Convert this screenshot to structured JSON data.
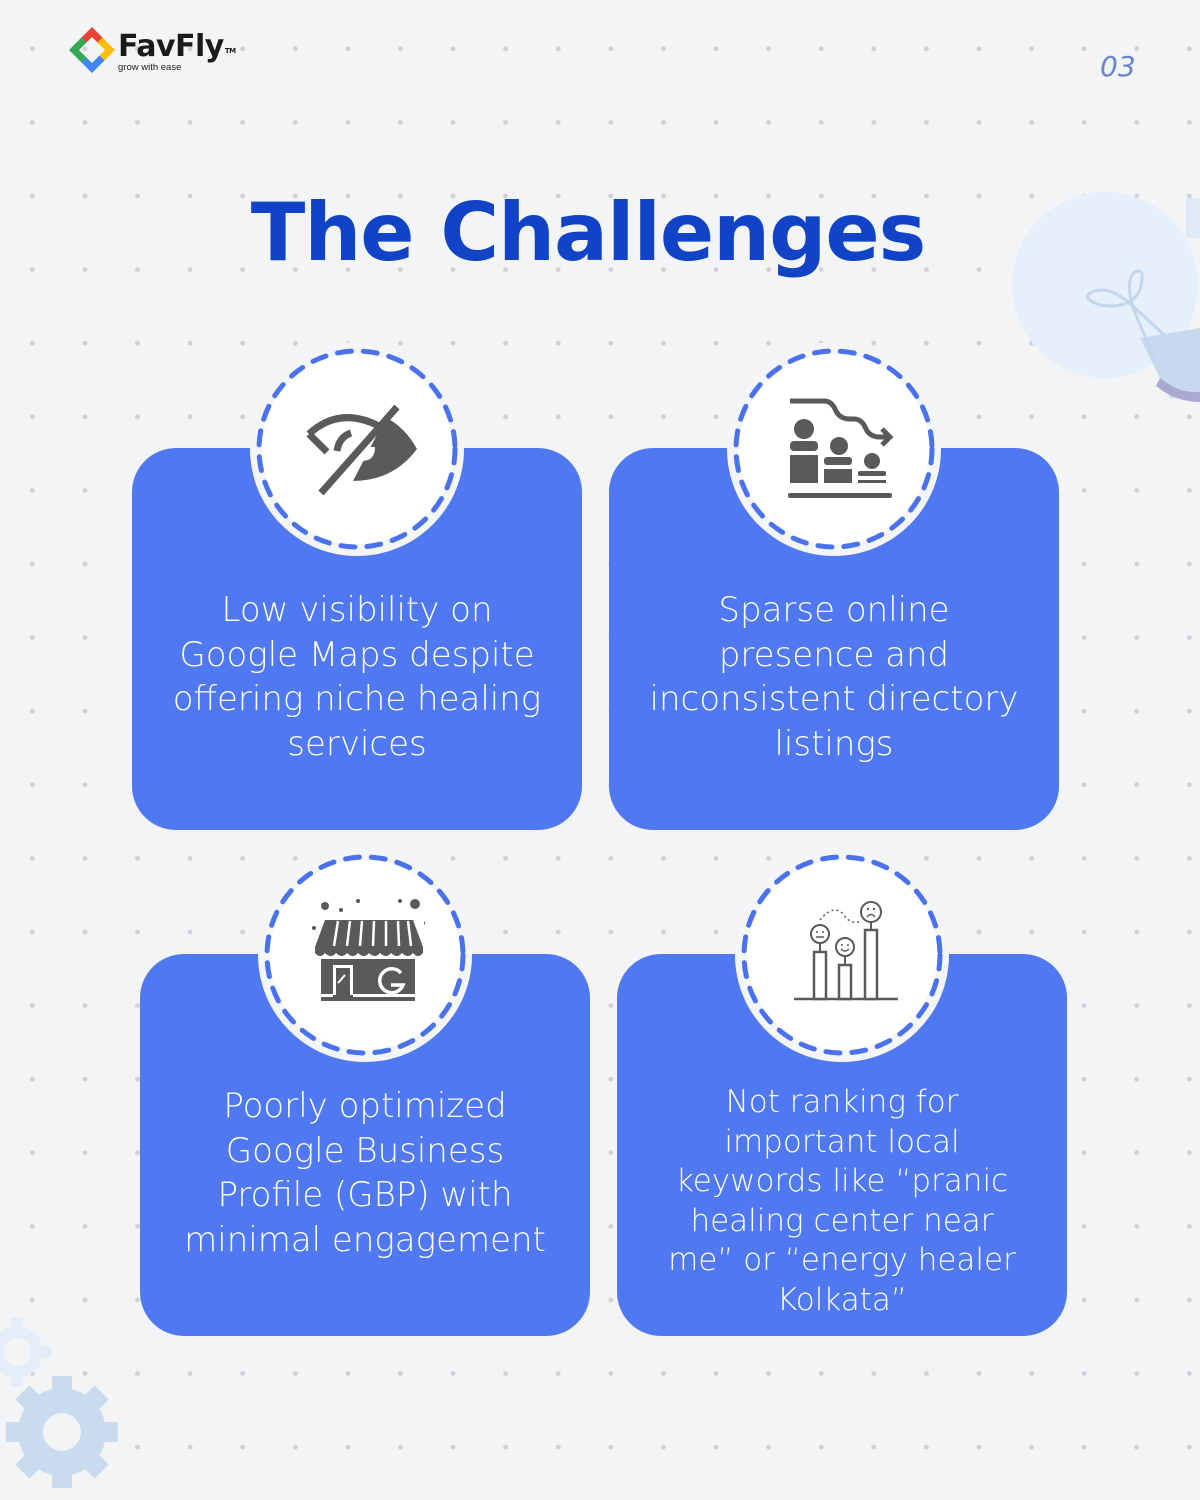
{
  "brand": {
    "name": "FavFly",
    "trademark": "TM",
    "tagline": "grow with ease",
    "logo_colors": [
      "#ea4335",
      "#fbbc05",
      "#4285f4",
      "#34a853"
    ]
  },
  "page_number": "03",
  "title": "The Challenges",
  "colors": {
    "background": "#f3f4f5",
    "title": "#1043c5",
    "card": "#5079f1",
    "ring_dash": "#4a72ee",
    "icon": "#5a5a5a",
    "page_number": "#6b84cf"
  },
  "challenges": [
    {
      "icon": "eye-slash-icon",
      "text": "Low visibility on Google Maps despite offering niche healing services"
    },
    {
      "icon": "declining-ranking-chart-icon",
      "text": "Sparse online presence and inconsistent directory listings"
    },
    {
      "icon": "google-storefront-icon",
      "text": "Poorly optimized Google Business Profile (GBP) with minimal engagement"
    },
    {
      "icon": "ranking-bars-emoji-icon",
      "text": "Not ranking for important local keywords like “pranic healing center near me” or “energy healer Kolkata”"
    }
  ],
  "decorations": [
    "lightbulb-icon",
    "gear-icon"
  ]
}
